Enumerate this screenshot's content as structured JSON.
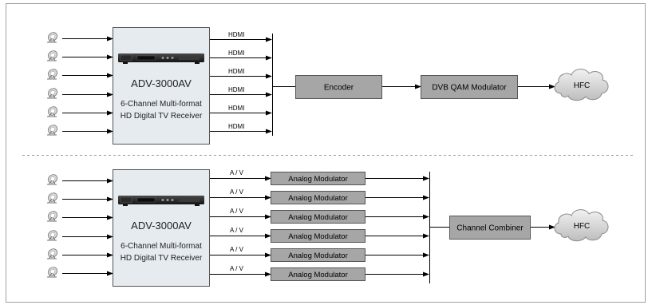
{
  "top": {
    "receiver": {
      "model": "ADV-3000AV",
      "desc_line1": "6-Channel Multi-format",
      "desc_line2": "HD Digital TV Receiver"
    },
    "output_labels": [
      "HDMI",
      "HDMI",
      "HDMI",
      "HDMI",
      "HDMI",
      "HDMI"
    ],
    "encoder": "Encoder",
    "modulator": "DVB QAM Modulator",
    "hfc": "HFC"
  },
  "bottom": {
    "receiver": {
      "model": "ADV-3000AV",
      "desc_line1": "6-Channel Multi-format",
      "desc_line2": "HD Digital TV Receiver"
    },
    "output_labels": [
      "A / V",
      "A / V",
      "A / V",
      "A / V",
      "A / V",
      "A / V"
    ],
    "modulators": [
      "Analog Modulator",
      "Analog Modulator",
      "Analog Modulator",
      "Analog Modulator",
      "Analog Modulator",
      "Analog Modulator"
    ],
    "combiner": "Channel Combiner",
    "hfc": "HFC"
  },
  "icons": {
    "satellite_dish": "satellite-dish-icon",
    "receiver_device": "receiver-device-icon",
    "cloud": "cloud-icon"
  },
  "colors": {
    "receiver_fill": "#e6ebf0",
    "block_fill": "#a6a6a6",
    "line": "#000000",
    "divider": "#9a9a9a"
  }
}
